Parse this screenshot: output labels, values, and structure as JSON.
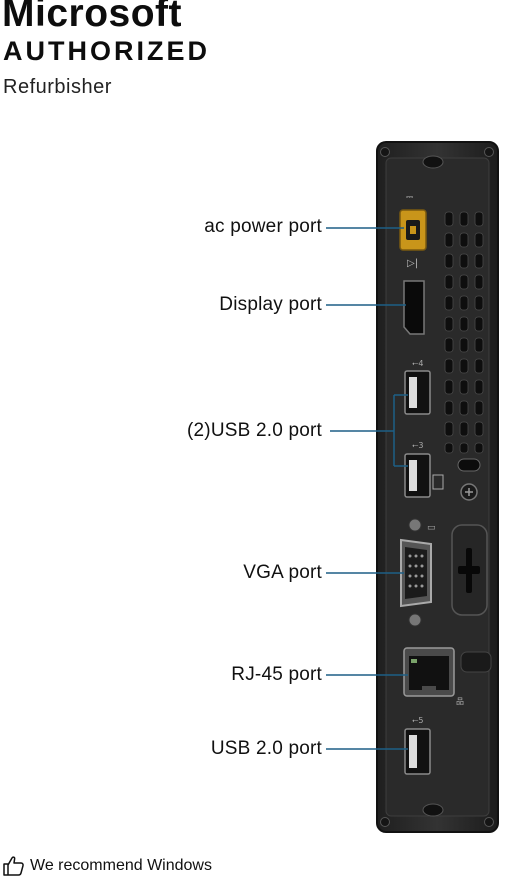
{
  "brand": {
    "title": "Microsoft",
    "subtitle": "AUTHORIZED",
    "tagline": "Refurbisher"
  },
  "ports": [
    {
      "label": "ac power port"
    },
    {
      "label": "Display port"
    },
    {
      "label": "(2)USB 2.0 port"
    },
    {
      "label": "VGA port"
    },
    {
      "label": "RJ-45 port"
    },
    {
      "label": "USB 2.0 port"
    }
  ],
  "footer": {
    "icon": "thumbs-up-icon",
    "text": "We recommend Windows"
  },
  "colors": {
    "callout_line": "#1d5f86",
    "chassis": "#2b2b2b",
    "power_port": "#d8a21c"
  }
}
